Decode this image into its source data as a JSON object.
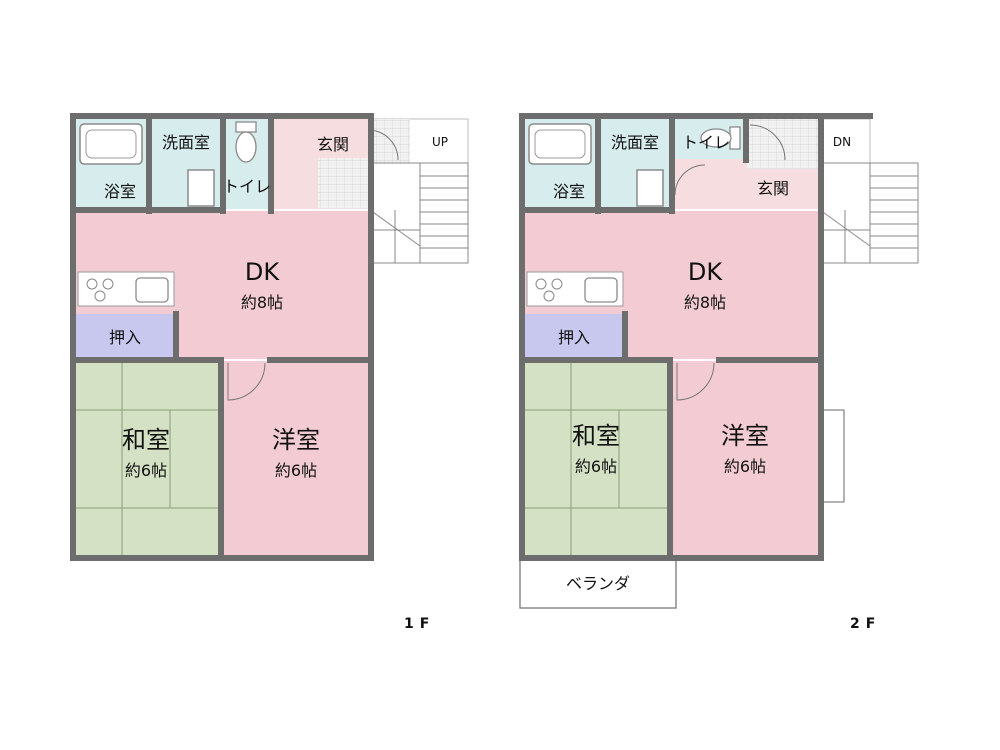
{
  "colors": {
    "dk": "#f2ccd2",
    "yoshitsu": "#f2ccd2",
    "genkan": "#f6dde0",
    "washitsu": "#d4e1c4",
    "oshiire": "#c8c8ef",
    "wet": "#d6eced",
    "tile": "#f0f0f0",
    "wall": "#6d6d6d"
  },
  "floor1": {
    "floor_label": "1F",
    "yokushitsu": "浴室",
    "senmenshitsu": "洗面室",
    "toilet": "トイレ",
    "genkan": "玄関",
    "stair_label": "UP",
    "dk_name": "DK",
    "dk_size": "約8帖",
    "oshiire": "押入",
    "washitsu_name": "和室",
    "washitsu_size": "約6帖",
    "yoshitsu_name": "洋室",
    "yoshitsu_size": "約6帖"
  },
  "floor2": {
    "floor_label": "2F",
    "yokushitsu": "浴室",
    "senmenshitsu": "洗面室",
    "toilet": "トイレ",
    "genkan": "玄関",
    "stair_label": "DN",
    "dk_name": "DK",
    "dk_size": "約8帖",
    "oshiire": "押入",
    "washitsu_name": "和室",
    "washitsu_size": "約6帖",
    "yoshitsu_name": "洋室",
    "yoshitsu_size": "約6帖",
    "veranda": "ベランダ"
  }
}
